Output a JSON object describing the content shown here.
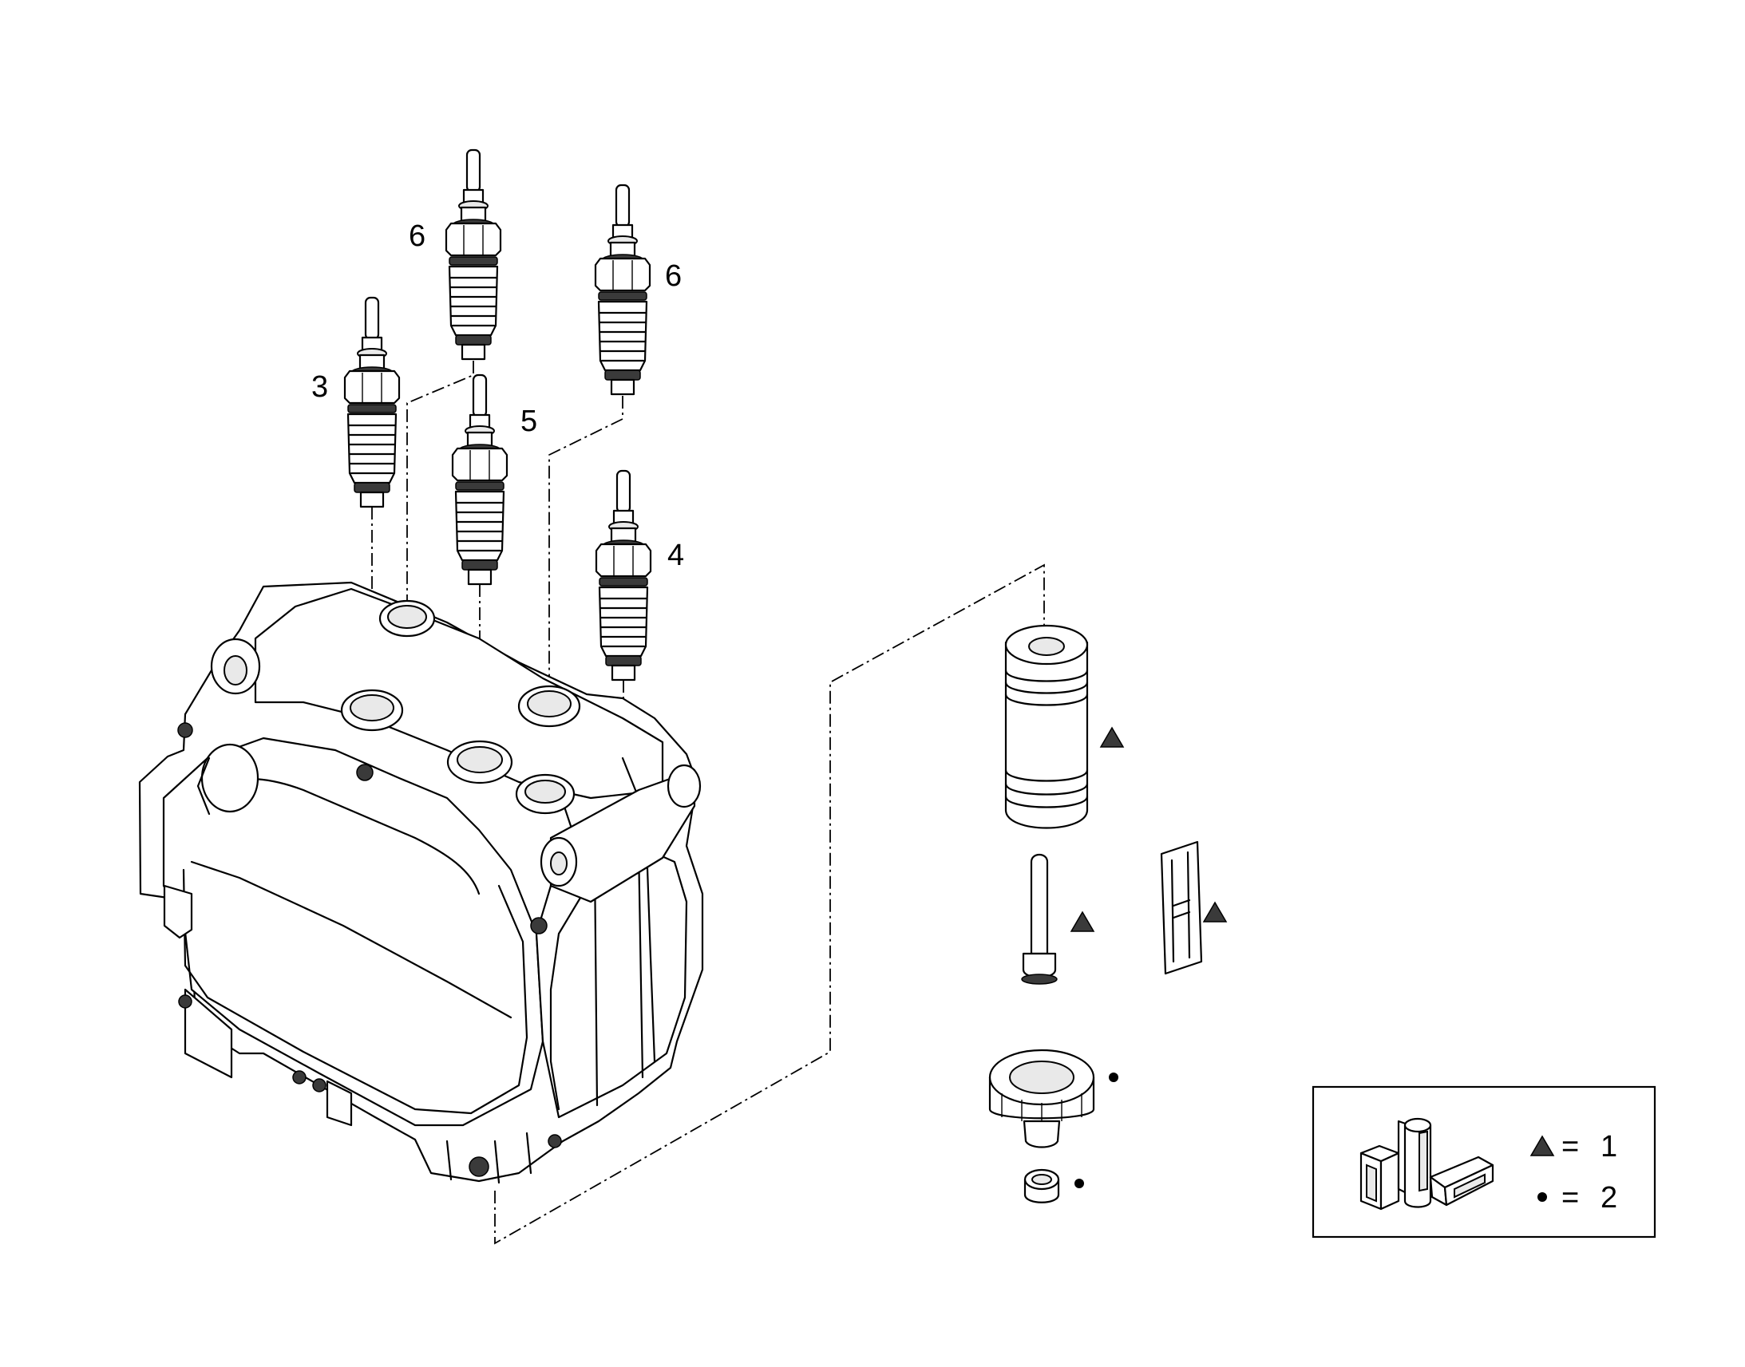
{
  "callouts": {
    "injector_top_left": "6",
    "injector_top_right": "6",
    "injector_left": "3",
    "injector_middle": "5",
    "injector_right": "4"
  },
  "legend": {
    "eq": "=",
    "triangle_value": "1",
    "dot_value": "2",
    "triangle_symbol": "triangle-icon",
    "dot_symbol": "dot-icon"
  }
}
